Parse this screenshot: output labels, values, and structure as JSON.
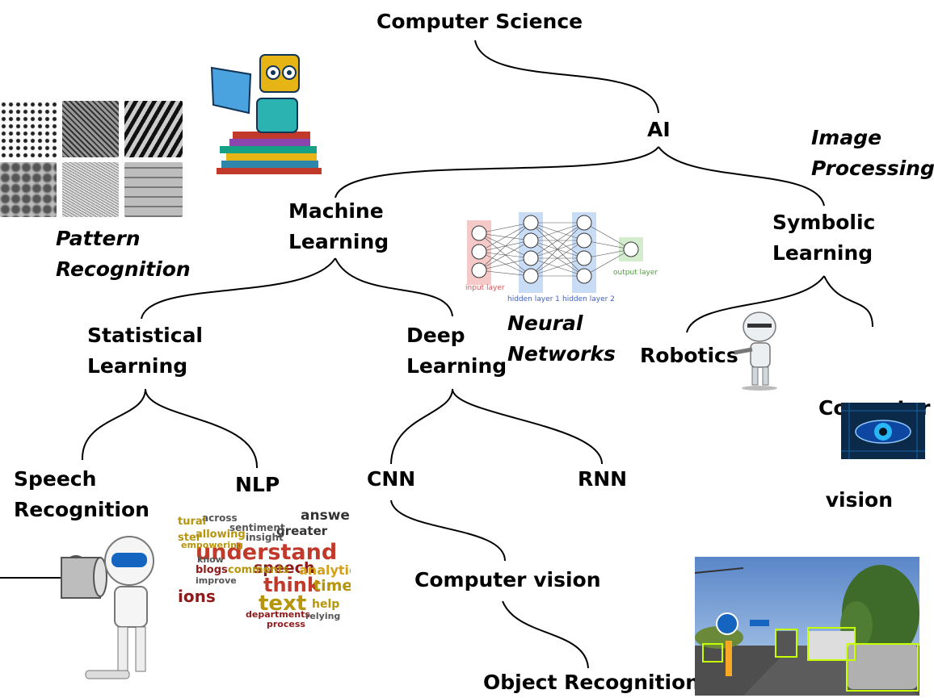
{
  "nodes": {
    "computer_science": "Computer Science",
    "ai": "AI",
    "machine_learning": [
      "Machine",
      "Learning"
    ],
    "symbolic_learning": [
      "Symbolic",
      "Learning"
    ],
    "statistical_learning": [
      "Statistical",
      "Learning"
    ],
    "deep_learning": [
      "Deep",
      "Learning"
    ],
    "robotics": "Robotics",
    "computer_vision_symbolic": [
      "Computer",
      " vision"
    ],
    "speech_recognition": [
      "Speech",
      "Recognition"
    ],
    "nlp": "NLP",
    "cnn": "CNN",
    "rnn": "RNN",
    "computer_vision": "Computer vision",
    "object_recognition": "Object Recognition"
  },
  "captions": {
    "image_processing": [
      "Image",
      "Processing"
    ],
    "pattern_recognition": [
      "Pattern",
      "Recognition"
    ],
    "neural_networks": [
      "Neural",
      "Networks"
    ]
  },
  "nn_labels": {
    "input": "input layer",
    "hidden1": "hidden layer 1",
    "hidden2": "hidden layer 2",
    "output": "output layer"
  },
  "word_cloud": [
    "understand",
    "answers",
    "speech",
    "analytics",
    "think",
    "text",
    "time",
    "greater",
    "insight",
    "sentiment",
    "allowing",
    "across",
    "comments",
    "help",
    "departments",
    "process",
    "blogs",
    "know",
    "improve",
    "relying",
    "ions",
    "empowering",
    "tural",
    "ster"
  ],
  "colors": {
    "edge": "#000000",
    "nn_input": "#f6c9c9",
    "nn_hidden": "#c9dcf6",
    "nn_output": "#d3eccd",
    "nn_input_text": "#e05050",
    "nn_hidden_text": "#4060c0",
    "nn_output_text": "#50a040"
  }
}
